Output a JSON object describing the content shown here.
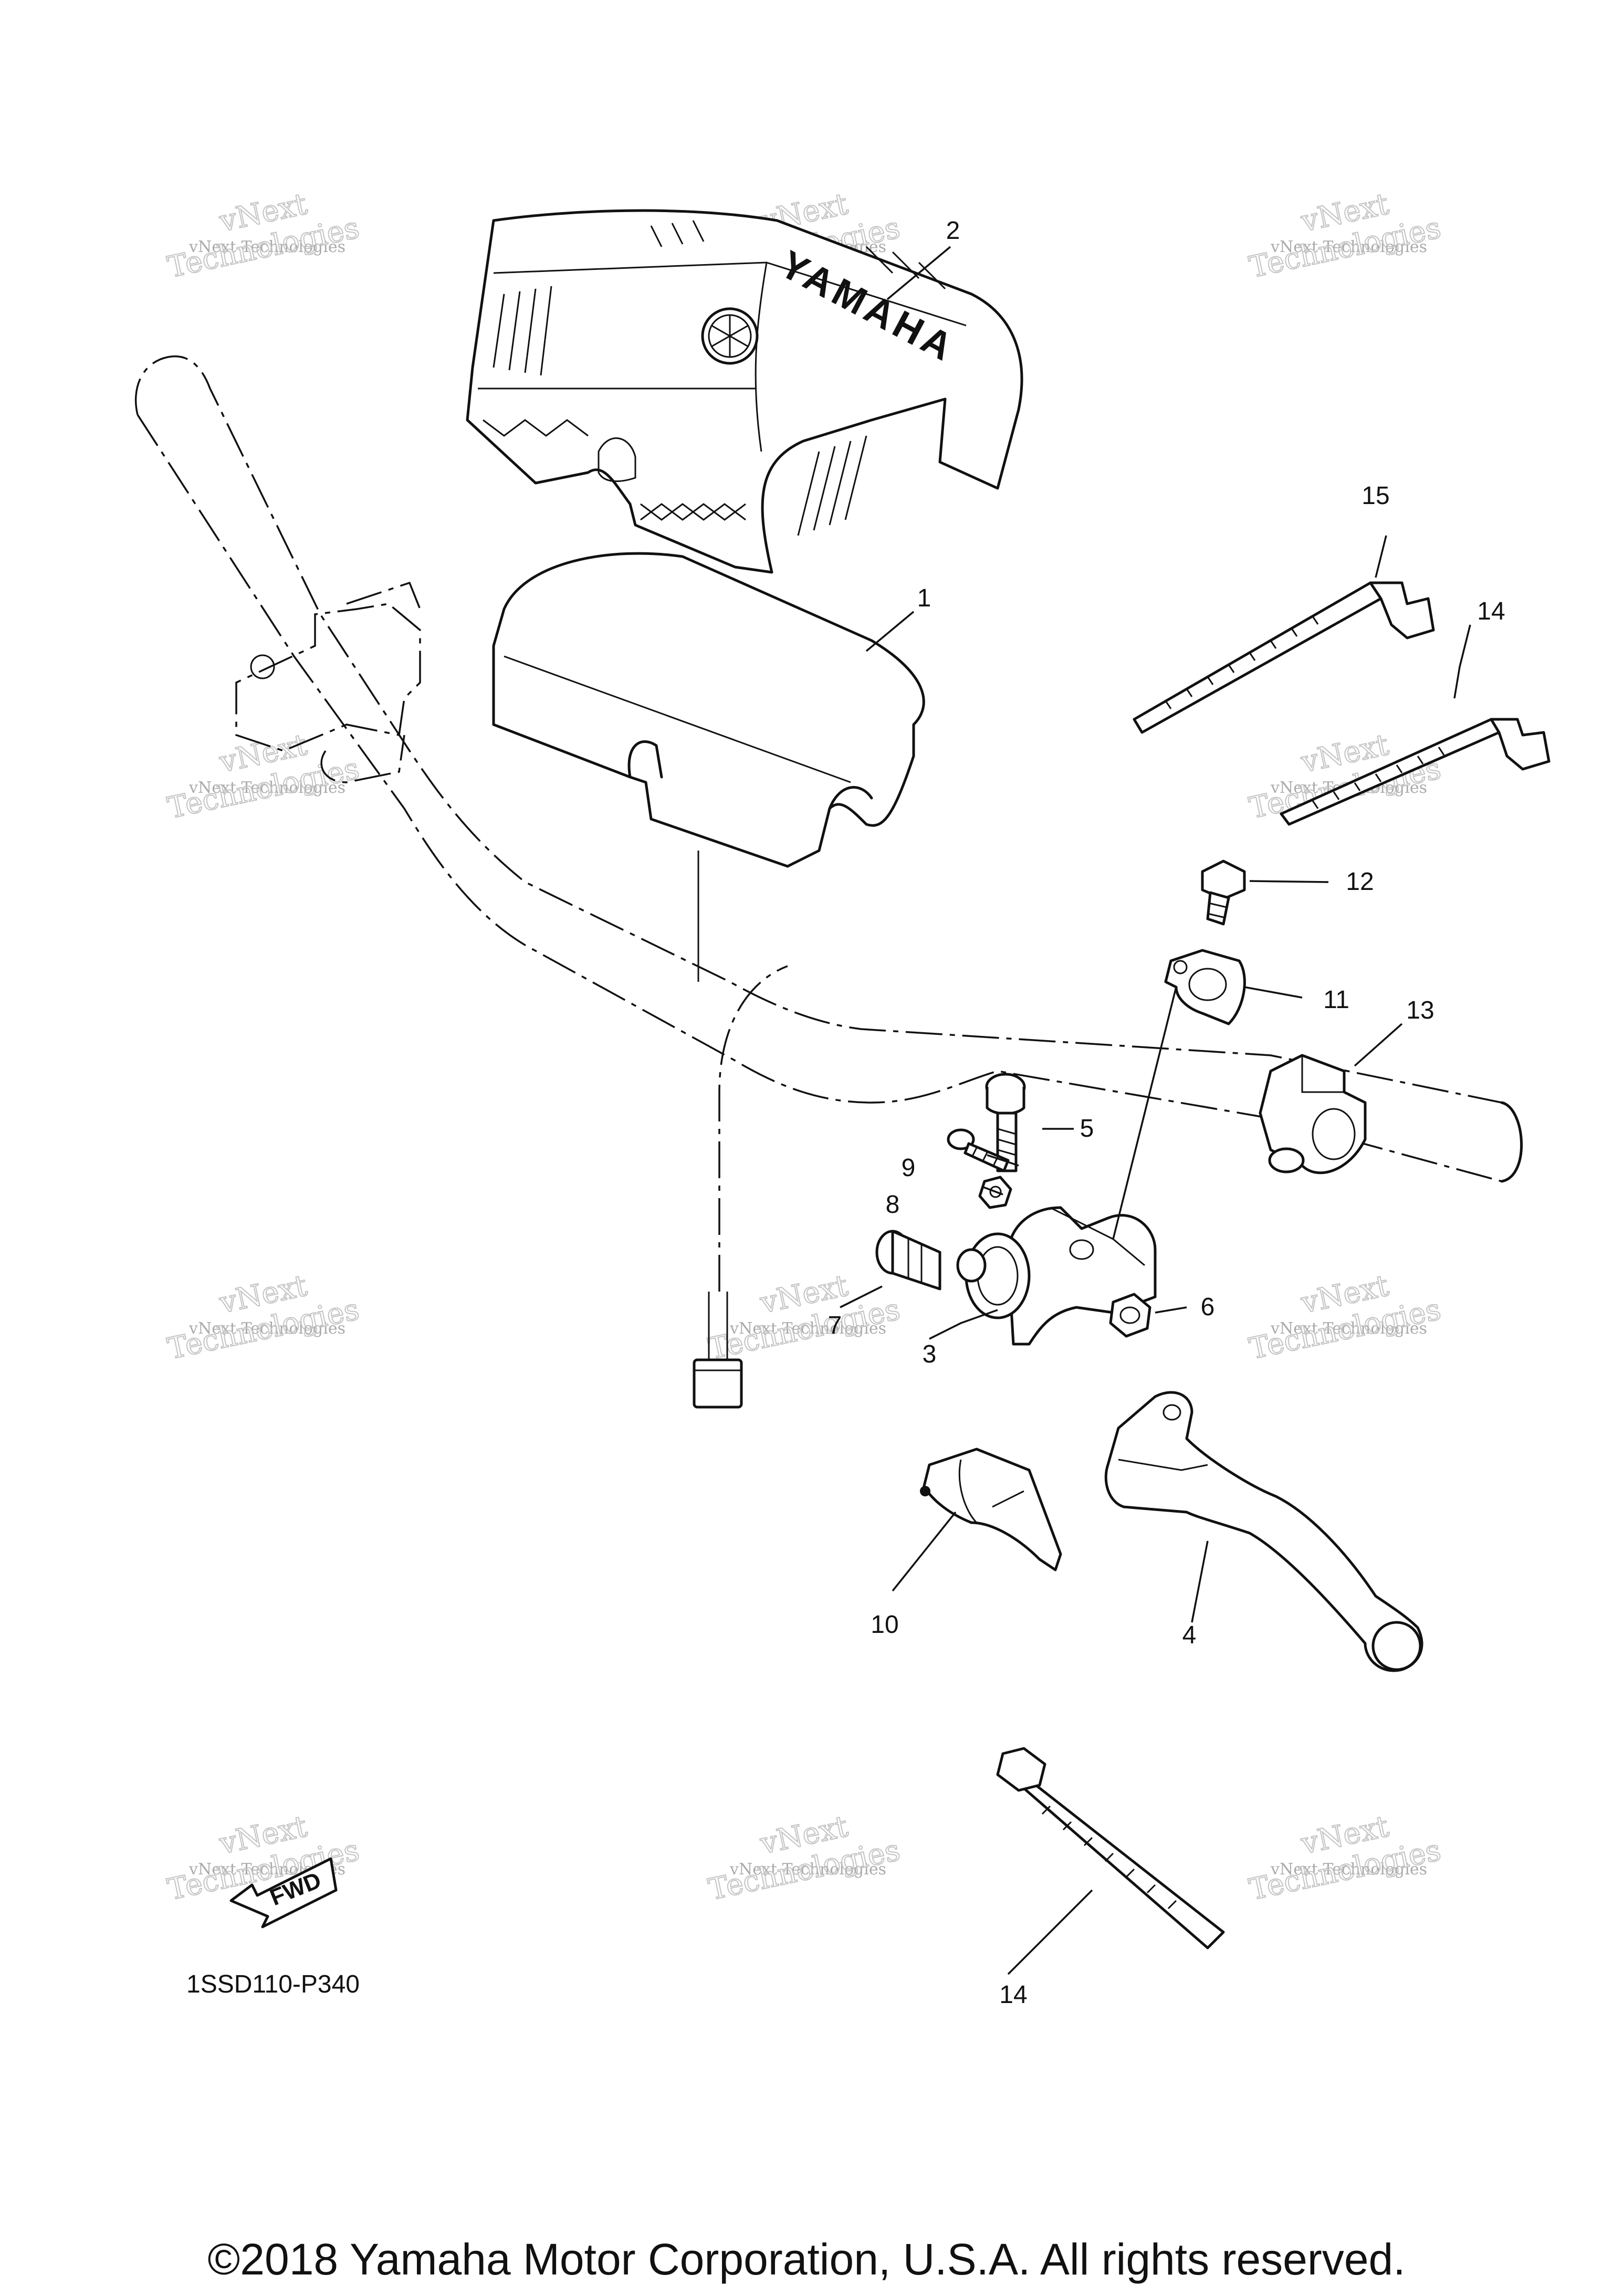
{
  "diagram": {
    "code": "1SSD110-P340",
    "fwd_label": "FWD",
    "logo_text": "YAMAHA",
    "copyright": "©2018 Yamaha Motor Corporation, U.S.A. All rights reserved.",
    "watermark": {
      "small": "vNext Technologies",
      "big": "Technologies",
      "top": "vNext"
    },
    "callouts": [
      "1",
      "2",
      "3",
      "4",
      "5",
      "6",
      "7",
      "8",
      "9",
      "10",
      "11",
      "12",
      "13",
      "14",
      "15",
      "14"
    ]
  }
}
